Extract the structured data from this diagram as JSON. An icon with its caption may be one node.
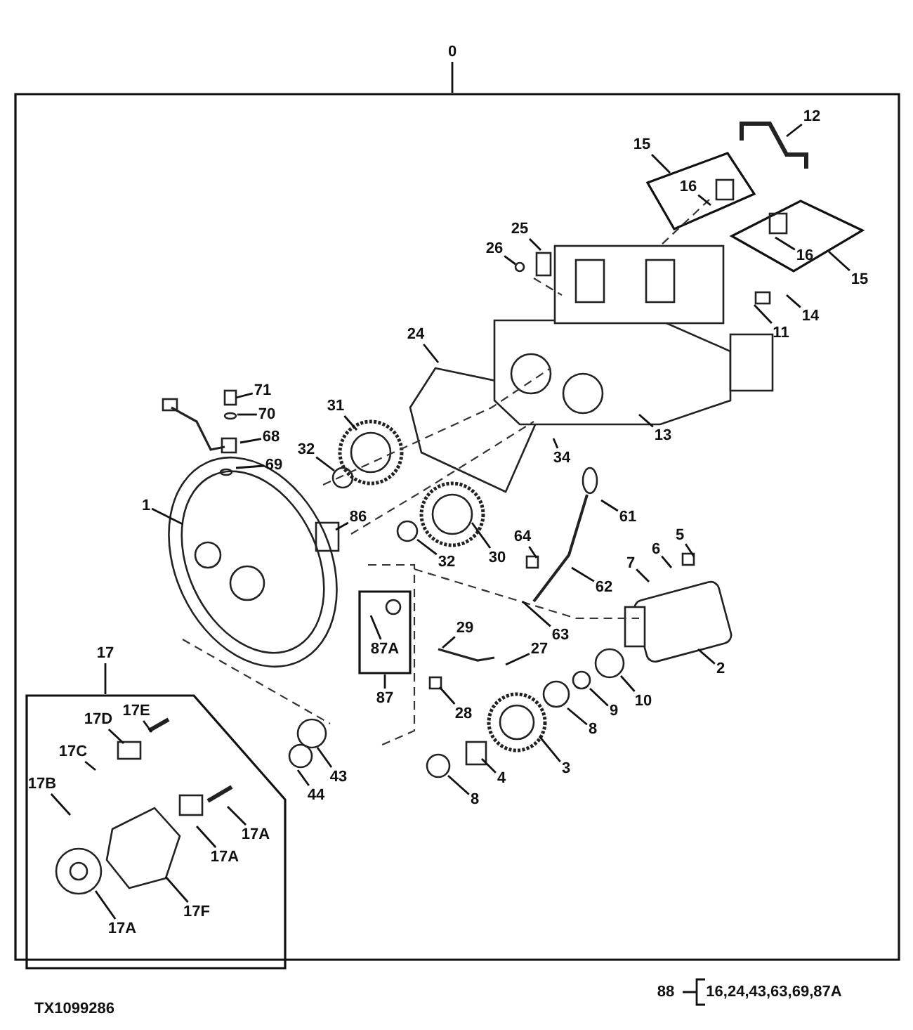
{
  "diagram": {
    "nodes": [
      {
        "text": [
          "0"
        ]
      },
      {
        "text": [
          "12"
        ],
        "in": 0
      },
      {
        "text": [],
        "shape": "box",
        "in": 0
      },
      {
        "text": [
          "16"
        ],
        "in": 2
      },
      {
        "text": [],
        "shape": "box",
        "in": 0
      },
      {
        "text": [
          "16"
        ],
        "in": 4
      },
      {
        "text": [
          "25"
        ],
        "in": 0
      },
      {
        "text": [
          "26"
        ],
        "in": 0
      },
      {
        "text": [
          "14"
        ],
        "in": 0
      },
      {
        "text": [
          "11"
        ],
        "in": 0
      },
      {
        "text": [
          "24"
        ],
        "in": 0
      },
      {
        "text": [
          "13"
        ],
        "in": 0
      },
      {
        "text": [
          "71"
        ],
        "in": 0
      },
      {
        "text": [
          "70"
        ],
        "in": 0
      },
      {
        "text": [
          "68"
        ],
        "in": 0
      },
      {
        "text": [
          "31"
        ],
        "in": 0
      },
      {
        "text": [
          "69"
        ],
        "in": 0
      },
      {
        "text": [
          "32"
        ],
        "in": 0
      },
      {
        "text": [
          "34"
        ],
        "in": 0
      },
      {
        "text": [
          "61"
        ],
        "in": 0
      },
      {
        "text": [
          "1"
        ],
        "in": 0
      },
      {
        "text": [
          "86"
        ],
        "in": 0
      },
      {
        "text": [
          "32"
        ],
        "in": 0
      },
      {
        "text": [
          "30"
        ],
        "in": 0
      },
      {
        "text": [
          "64"
        ],
        "in": 0
      },
      {
        "text": [
          "5"
        ],
        "in": 0
      },
      {
        "text": [
          "6"
        ],
        "in": 0
      },
      {
        "text": [
          "7"
        ],
        "in": 0
      },
      {
        "text": [
          "62"
        ],
        "in": 0
      },
      {
        "text": [
          "87"
        ],
        "in": 0
      },
      {
        "text": [
          "87A"
        ],
        "in": 29
      },
      {
        "text": [
          "63"
        ],
        "in": 0
      },
      {
        "text": [
          "29"
        ],
        "in": 0
      },
      {
        "text": [
          "27"
        ],
        "in": 0
      },
      {
        "text": [
          "2"
        ],
        "in": 0
      },
      {
        "text": [
          "17"
        ],
        "in": 0
      },
      {
        "text": [
          "17D"
        ],
        "in": 35
      },
      {
        "text": [
          "17E"
        ],
        "in": 35
      },
      {
        "text": [
          "17C"
        ],
        "in": 35
      },
      {
        "text": [
          "28"
        ],
        "in": 0
      },
      {
        "text": [
          "10"
        ],
        "in": 0
      },
      {
        "text": [
          "9"
        ],
        "in": 0
      },
      {
        "text": [
          "8"
        ],
        "in": 0
      },
      {
        "text": [
          "3"
        ],
        "in": 0
      },
      {
        "text": [
          "4"
        ],
        "in": 0
      },
      {
        "text": [
          "8"
        ],
        "in": 0
      },
      {
        "text": [
          "43"
        ],
        "in": 0
      },
      {
        "text": [
          "44"
        ],
        "in": 0
      },
      {
        "text": [
          "17B"
        ],
        "in": 35
      },
      {
        "text": [
          "17A"
        ],
        "in": 35
      },
      {
        "text": [
          "17A"
        ],
        "in": 35
      },
      {
        "text": [
          "17A"
        ],
        "in": 35
      },
      {
        "text": [
          "17F"
        ],
        "in": 35
      },
      {
        "text": [
          "15"
        ],
        "in": 0
      },
      {
        "text": [
          "15"
        ],
        "in": 0
      }
    ],
    "edges": [
      {
        "from": 1,
        "to": null,
        "arrow": "none"
      },
      {
        "from": 53,
        "to": 2,
        "arrow": "none"
      },
      {
        "from": 3,
        "to": null,
        "arrow": "none"
      },
      {
        "from": 54,
        "to": 4,
        "arrow": "none"
      },
      {
        "from": 5,
        "to": null,
        "arrow": "none"
      },
      {
        "from": 6,
        "to": null,
        "arrow": "none"
      },
      {
        "from": 7,
        "to": null,
        "arrow": "none"
      },
      {
        "from": 8,
        "to": null,
        "arrow": "none"
      },
      {
        "from": 9,
        "to": null,
        "arrow": "none"
      },
      {
        "from": 10,
        "to": null,
        "arrow": "none"
      },
      {
        "from": 11,
        "to": null,
        "arrow": "none"
      },
      {
        "from": 12,
        "to": null,
        "arrow": "none"
      },
      {
        "from": 13,
        "to": null,
        "arrow": "none"
      },
      {
        "from": 14,
        "to": null,
        "arrow": "none"
      },
      {
        "from": 15,
        "to": null,
        "arrow": "none"
      },
      {
        "from": 16,
        "to": null,
        "arrow": "none"
      },
      {
        "from": 17,
        "to": null,
        "arrow": "none"
      },
      {
        "from": 18,
        "to": null,
        "arrow": "none"
      },
      {
        "from": 19,
        "to": null,
        "arrow": "none"
      },
      {
        "from": 20,
        "to": null,
        "arrow": "none"
      },
      {
        "from": 21,
        "to": null,
        "arrow": "none"
      },
      {
        "from": 22,
        "to": null,
        "arrow": "none"
      },
      {
        "from": 23,
        "to": null,
        "arrow": "none"
      },
      {
        "from": 24,
        "to": null,
        "arrow": "none"
      },
      {
        "from": 25,
        "to": null,
        "arrow": "none"
      },
      {
        "from": 26,
        "to": null,
        "arrow": "none"
      },
      {
        "from": 27,
        "to": null,
        "arrow": "none"
      },
      {
        "from": 28,
        "to": null,
        "arrow": "none"
      },
      {
        "from": 30,
        "to": null,
        "arrow": "none"
      },
      {
        "from": 31,
        "to": null,
        "arrow": "none"
      },
      {
        "from": 32,
        "to": null,
        "arrow": "none"
      },
      {
        "from": 33,
        "to": null,
        "arrow": "none"
      },
      {
        "from": 34,
        "to": null,
        "arrow": "none"
      },
      {
        "from": 36,
        "to": null,
        "arrow": "none"
      },
      {
        "from": 37,
        "to": null,
        "arrow": "none"
      },
      {
        "from": 38,
        "to": null,
        "arrow": "none"
      },
      {
        "from": 39,
        "to": null,
        "arrow": "none"
      },
      {
        "from": 40,
        "to": null,
        "arrow": "none"
      },
      {
        "from": 41,
        "to": null,
        "arrow": "none"
      },
      {
        "from": 42,
        "to": null,
        "arrow": "none"
      },
      {
        "from": 43,
        "to": null,
        "arrow": "none"
      },
      {
        "from": 44,
        "to": null,
        "arrow": "none"
      },
      {
        "from": 45,
        "to": null,
        "arrow": "none"
      },
      {
        "from": 46,
        "to": null,
        "arrow": "none"
      },
      {
        "from": 47,
        "to": null,
        "arrow": "none"
      },
      {
        "from": 48,
        "to": null,
        "arrow": "none"
      },
      {
        "from": 49,
        "to": null,
        "arrow": "none"
      },
      {
        "from": 50,
        "to": null,
        "arrow": "none"
      },
      {
        "from": 51,
        "to": null,
        "arrow": "none"
      },
      {
        "from": 52,
        "to": null,
        "arrow": "none"
      }
    ],
    "labels": [
      "88",
      "16,24,43,63,69,87A",
      "TX1099286"
    ]
  }
}
